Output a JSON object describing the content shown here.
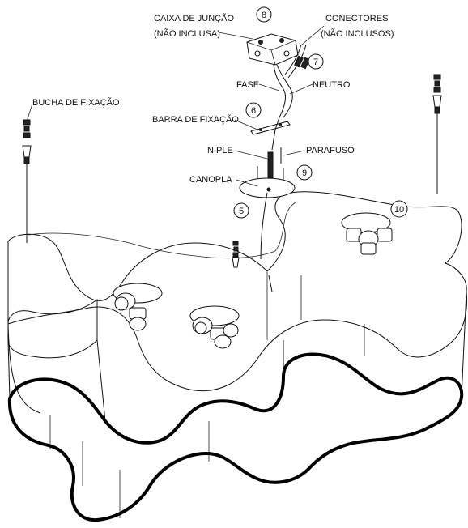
{
  "labels": {
    "caixa_line1": "CAIXA DE JUNÇÃO",
    "caixa_line2": "(NÃO INCLUSA)",
    "conectores_line1": "CONECTORES",
    "conectores_line2": "(NÃO INCLUSOS)",
    "fase": "FASE",
    "neutro": "NEUTRO",
    "bucha": "BUCHA DE FIXAÇÃO",
    "barra": "BARRA DE FIXAÇÃO",
    "niple": "NIPLE",
    "parafuso": "PARAFUSO",
    "canopla": "CANOPLA"
  },
  "callouts": {
    "n5": "5",
    "n6": "6",
    "n7": "7",
    "n8": "8",
    "n9": "9",
    "n10": "10"
  },
  "colors": {
    "ink": "#111111",
    "background": "#ffffff"
  }
}
